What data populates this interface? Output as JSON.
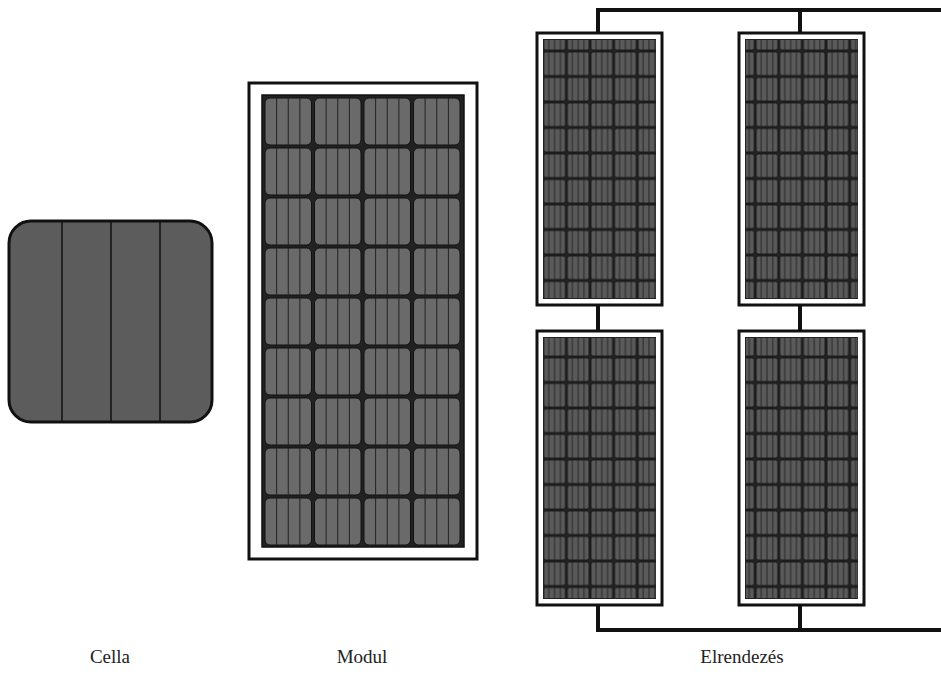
{
  "diagram": {
    "labels": [
      "Cella",
      "Modul",
      "Elrendezés"
    ]
  }
}
